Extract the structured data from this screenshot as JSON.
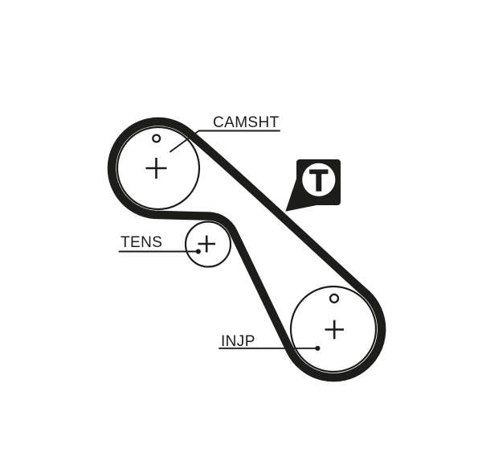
{
  "diagram": {
    "type": "timing-belt-routing-diagram",
    "colors": {
      "ink": "#1d1d1b",
      "background": "#ffffff",
      "badge_bg": "#1d1d1b",
      "badge_fg": "#ffffff"
    },
    "labels": {
      "camshaft": "CAMSHT",
      "tensioner": "TENS",
      "injection_pump": "INJP"
    },
    "badge": {
      "letter": "T"
    },
    "marks": {
      "pulley_center": "plus-crosshair-icon",
      "alignment_hole": "timing-hole-icon",
      "leader_end": "leader-dot"
    }
  }
}
